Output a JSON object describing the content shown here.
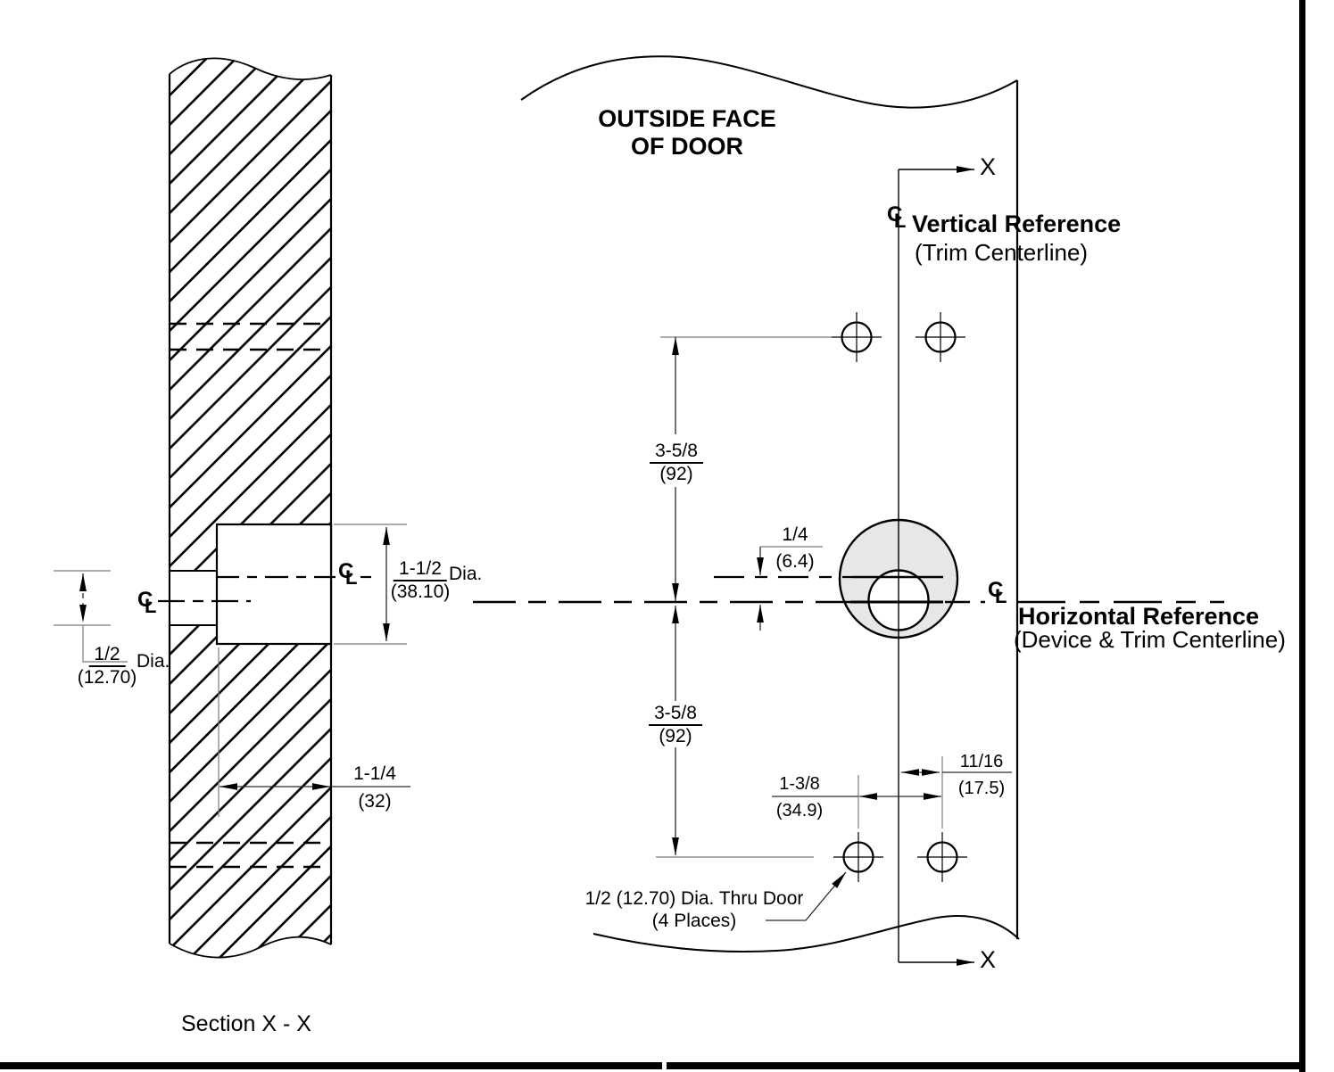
{
  "labels": {
    "outside_face_1": "OUTSIDE FACE",
    "outside_face_2": "OF DOOR",
    "vertical_reference": "Vertical Reference",
    "vertical_reference_sub": "(Trim Centerline)",
    "horizontal_reference": "Horizontal Reference",
    "horizontal_reference_sub": "(Device & Trim Centerline)",
    "section": "Section X - X",
    "x_marker": "X",
    "note_1": "1/2 (12.70) Dia. Thru Door",
    "note_2": "(4 Places)"
  },
  "dimensions": {
    "device_dia": {
      "fraction": "1-1/2",
      "metric": "(38.10)",
      "suffix": "Dia."
    },
    "hole_dia": {
      "fraction": "1/2",
      "metric": "(12.70)",
      "suffix": "Dia."
    },
    "backset": {
      "fraction": "1-1/4",
      "metric": "(32)"
    },
    "upper_spacing": {
      "fraction": "3-5/8",
      "metric": "(92)"
    },
    "lower_spacing": {
      "fraction": "3-5/8",
      "metric": "(92)"
    },
    "offset": {
      "fraction": "1/4",
      "metric": "(6.4)"
    },
    "hole_span": {
      "fraction": "1-3/8",
      "metric": "(34.9)"
    },
    "edge_offset": {
      "fraction": "11/16",
      "metric": "(17.5)"
    }
  },
  "symbols": {
    "centerline_c": "C",
    "centerline_l": "L"
  },
  "colors": {
    "object_line": "#000000",
    "dim_line": "#2b2b2b",
    "extension_line": "#7a7a7a",
    "hub_fill": "#e7e7e7",
    "background": "#ffffff"
  }
}
